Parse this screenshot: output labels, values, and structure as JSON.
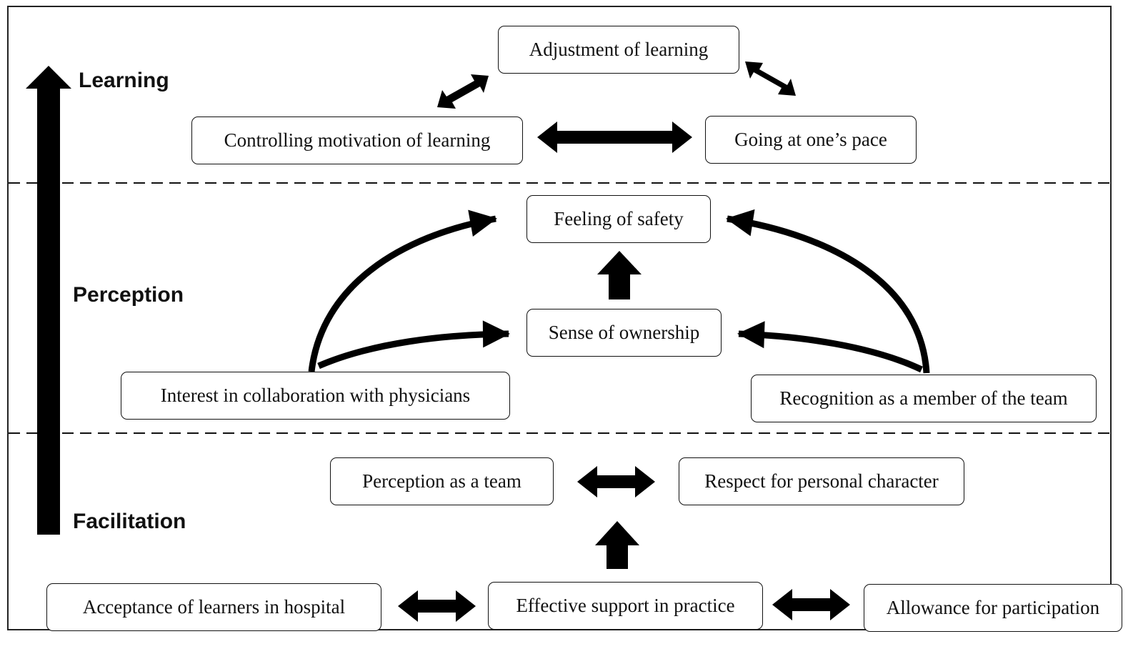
{
  "levels": {
    "learning": "Learning",
    "perception": "Perception",
    "facilitation": "Facilitation"
  },
  "nodes": {
    "adjustment": "Adjustment of learning",
    "controlling": "Controlling motivation of learning",
    "going_pace": "Going at one’s pace",
    "feeling_safety": "Feeling of safety",
    "ownership": "Sense of ownership",
    "interest": "Interest in collaboration with physicians",
    "recognition": "Recognition as a member of the team",
    "perception_team": "Perception as a team",
    "respect": "Respect for personal character",
    "acceptance": "Acceptance of learners in hospital",
    "effective_support": "Effective support in practice",
    "allowance": "Allowance for participation"
  }
}
